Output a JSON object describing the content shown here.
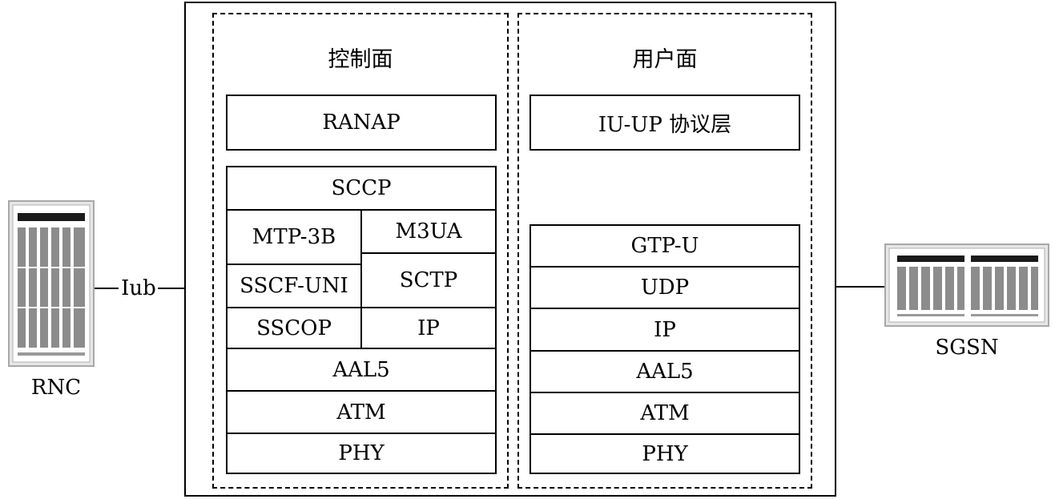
{
  "control_plane": {
    "title": "控制面",
    "ranap": "RANAP",
    "sccp": "SCCP",
    "mtp3b": "MTP-3B",
    "m3ua": "M3UA",
    "sscf_uni": "SSCF-UNI",
    "sctp": "SCTP",
    "sscop": "SSCOP",
    "ip": "IP",
    "aal5": "AAL5",
    "atm": "ATM",
    "phy": "PHY"
  },
  "user_plane": {
    "title": "用户面",
    "iu_up": "IU-UP 协议层",
    "stack": [
      "GTP-U",
      "UDP",
      "IP",
      "AAL5",
      "ATM",
      "PHY"
    ]
  },
  "rnc": {
    "label": "RNC"
  },
  "sgsn": {
    "label": "SGSN"
  },
  "interface": {
    "label": "Iub"
  }
}
